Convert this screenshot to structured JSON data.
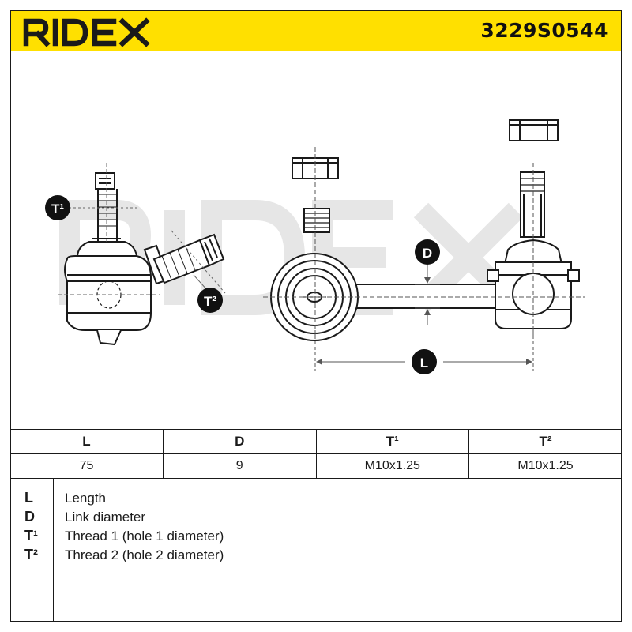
{
  "header": {
    "brand": "RIDEX",
    "part_number": "3229S0544"
  },
  "drawing": {
    "labels": {
      "t1": "T¹",
      "t2": "T²",
      "d": "D",
      "l": "L"
    },
    "watermark": "RIDEX"
  },
  "specs": {
    "headers": [
      "L",
      "D",
      "T¹",
      "T²"
    ],
    "values": [
      "75",
      "9",
      "M10x1.25",
      "M10x1.25"
    ]
  },
  "legend": [
    {
      "key": "L",
      "desc": "Length"
    },
    {
      "key": "D",
      "desc": "Link diameter"
    },
    {
      "key": "T¹",
      "desc": "Thread 1 (hole 1 diameter)"
    },
    {
      "key": "T²",
      "desc": "Thread 2 (hole 2 diameter)"
    }
  ],
  "colors": {
    "brand_yellow": "#ffe000",
    "line": "#1a1a1a",
    "badge": "#111111"
  }
}
